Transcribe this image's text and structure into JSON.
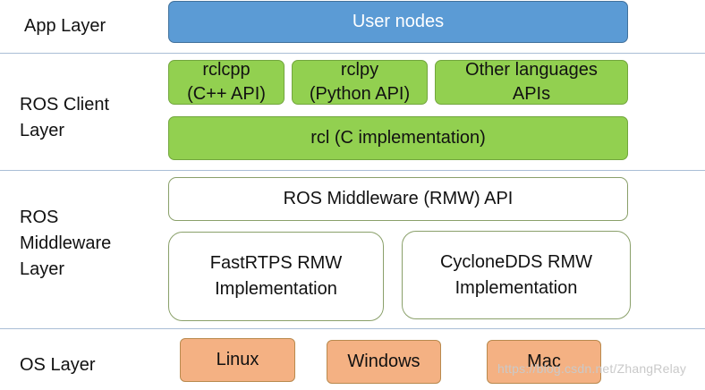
{
  "layers": {
    "app": "App Layer",
    "client": "ROS Client Layer",
    "middleware": "ROS Middleware Layer",
    "os": "OS Layer"
  },
  "app": {
    "user_nodes": "User nodes"
  },
  "client": {
    "rclcpp": "rclcpp\n(C++ API)",
    "rclpy": "rclpy\n(Python API)",
    "other": "Other languages\nAPIs",
    "rcl": "rcl (C implementation)"
  },
  "middleware": {
    "api": "ROS Middleware (RMW) API",
    "fastrtps": "FastRTPS RMW\nImplementation",
    "cyclonedds": "CycloneDDS RMW\nImplementation"
  },
  "os": {
    "linux": "Linux",
    "windows": "Windows",
    "mac": "Mac"
  },
  "watermark": "https://blog.csdn.net/ZhangRelay",
  "colors": {
    "app_box": "#5b9bd5",
    "client_box": "#92d050",
    "middleware_box": "#ffffff",
    "os_box": "#f4b183",
    "separator": "#a9bed6"
  }
}
